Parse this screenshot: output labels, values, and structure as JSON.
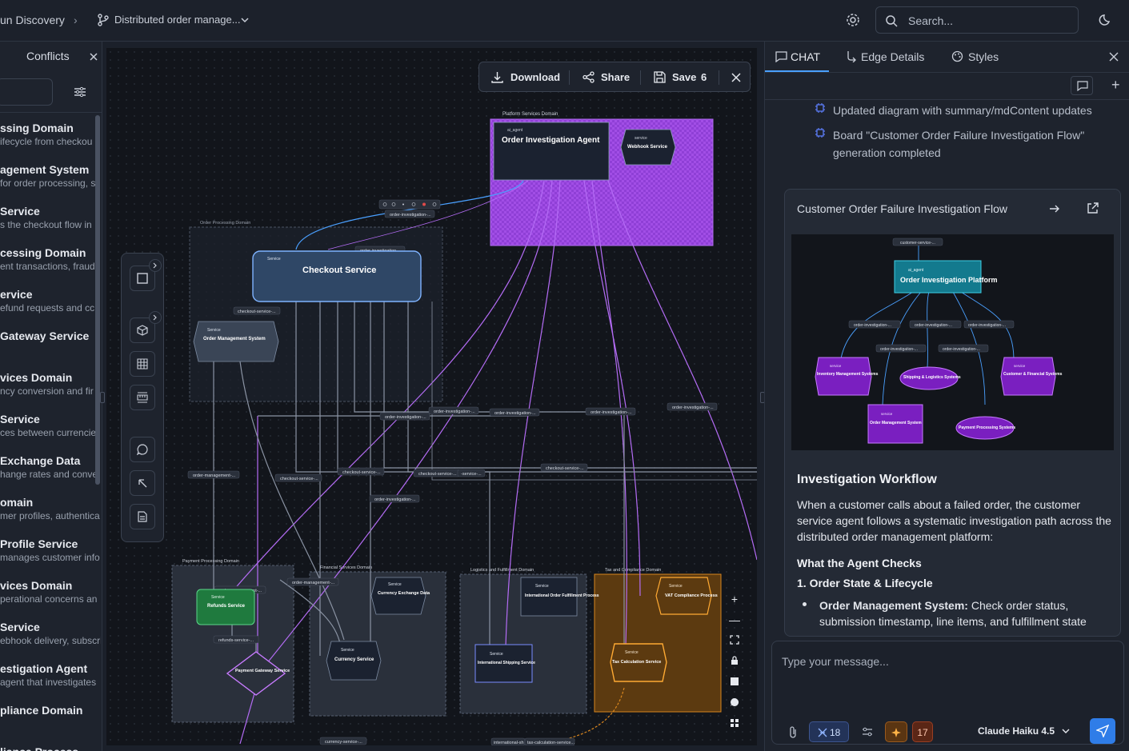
{
  "breadcrumb": {
    "project": "un Discovery",
    "separator": "›",
    "branch": "Distributed order manage..."
  },
  "header": {
    "search_placeholder": "Search..."
  },
  "conflicts": {
    "title": "Conflicts",
    "items": [
      {
        "title": "ssing Domain",
        "sub": "ifecycle from checkou"
      },
      {
        "title": "agement System",
        "sub": " for order processing, s"
      },
      {
        "title": "Service",
        "sub": "s the checkout flow in"
      },
      {
        "title": "cessing Domain",
        "sub": "ent transactions, fraud"
      },
      {
        "title": "ervice",
        "sub": "efund requests and cc"
      },
      {
        "title": "Gateway Service",
        "sub": ""
      },
      {
        "title": "vices Domain",
        "sub": "ncy conversion and fir"
      },
      {
        "title": "Service",
        "sub": "ces between currencie"
      },
      {
        "title": "Exchange Data",
        "sub": "hange rates and conve"
      },
      {
        "title": "omain",
        "sub": "mer profiles, authentica"
      },
      {
        "title": " Profile Service",
        "sub": "manages customer info"
      },
      {
        "title": "vices Domain",
        "sub": "perational concerns an"
      },
      {
        "title": "Service",
        "sub": "ebhook delivery, subscri"
      },
      {
        "title": "estigation Agent",
        "sub": "agent that investigates"
      },
      {
        "title": "pliance Domain",
        "sub": ""
      },
      {
        "title": "liance Process",
        "sub": ""
      }
    ]
  },
  "canvas_toolbar": {
    "download": "Download",
    "share": "Share",
    "save": "Save",
    "save_count": "6"
  },
  "diagram": {
    "groups": {
      "platform": "Platform Services Domain",
      "order": "Order Processing Domain",
      "payment": "Payment Processing Domain",
      "financial": "Financial Services Domain",
      "logistics": "Logistics and Fulfillment Domain",
      "tax": "Tax and Compliance Domain"
    },
    "nodes": {
      "agent_kind": "ai_agent",
      "agent": "Order Investigation Agent",
      "service_kind": "Service",
      "service_kind_lc": "service",
      "webhook": "Webhook Service",
      "checkout": "Checkout Service",
      "oms": "Order Management System",
      "refunds": "Refunds Service",
      "gateway": "Payment Gateway Service",
      "exchange": "Currency Exchange Data",
      "currency": "Currency Service",
      "intl_order": "International Order Fulfillment Process",
      "intl_ship": "International Shipping Service",
      "vat": "VAT Compliance Process",
      "tax": "Tax Calculation Service"
    },
    "edges": {
      "oi": "order-investigation-...",
      "om": "order-management-...",
      "co": "checkout-service-...",
      "rf": "refunds-service-...",
      "cu": "currency-service-...",
      "sv": "-service-...",
      "intl": "international-sh",
      "tax": "tax-calculation-service..."
    }
  },
  "right": {
    "tabs": {
      "chat": "CHAT",
      "edge": "Edge Details",
      "styles": "Styles"
    },
    "messages": [
      "Updated diagram with summary/mdContent updates",
      "Board \"Customer Order Failure Investigation Flow\" generation completed"
    ],
    "card": {
      "title": "Customer Order Failure Investigation Flow",
      "thumb": {
        "top": "customer-service-...",
        "kind": "ai_agent",
        "platform": "Order Investigation Platform",
        "edge": "order-investigation-...",
        "svc": "service",
        "inv": "Inventory Management Systems",
        "ship": "Shipping & Logistics Systems",
        "cust": "Customer & Financial Systems",
        "oms": "Order Management System",
        "pay": "Payment Processing Systems"
      },
      "h1": "Investigation Workflow",
      "p1": "When a customer calls about a failed order, the customer service agent follows a systematic investigation path across the distributed order management platform:",
      "h2": "What the Agent Checks",
      "h3": "1. Order State & Lifecycle",
      "bullet_bold": "Order Management System:",
      "bullet_rest": " Check order status, submission timestamp, line items, and fulfillment state"
    },
    "input_placeholder": "Type your message...",
    "chips": {
      "a": "18",
      "b": "17"
    },
    "model": "Claude Haiku 4.5"
  }
}
